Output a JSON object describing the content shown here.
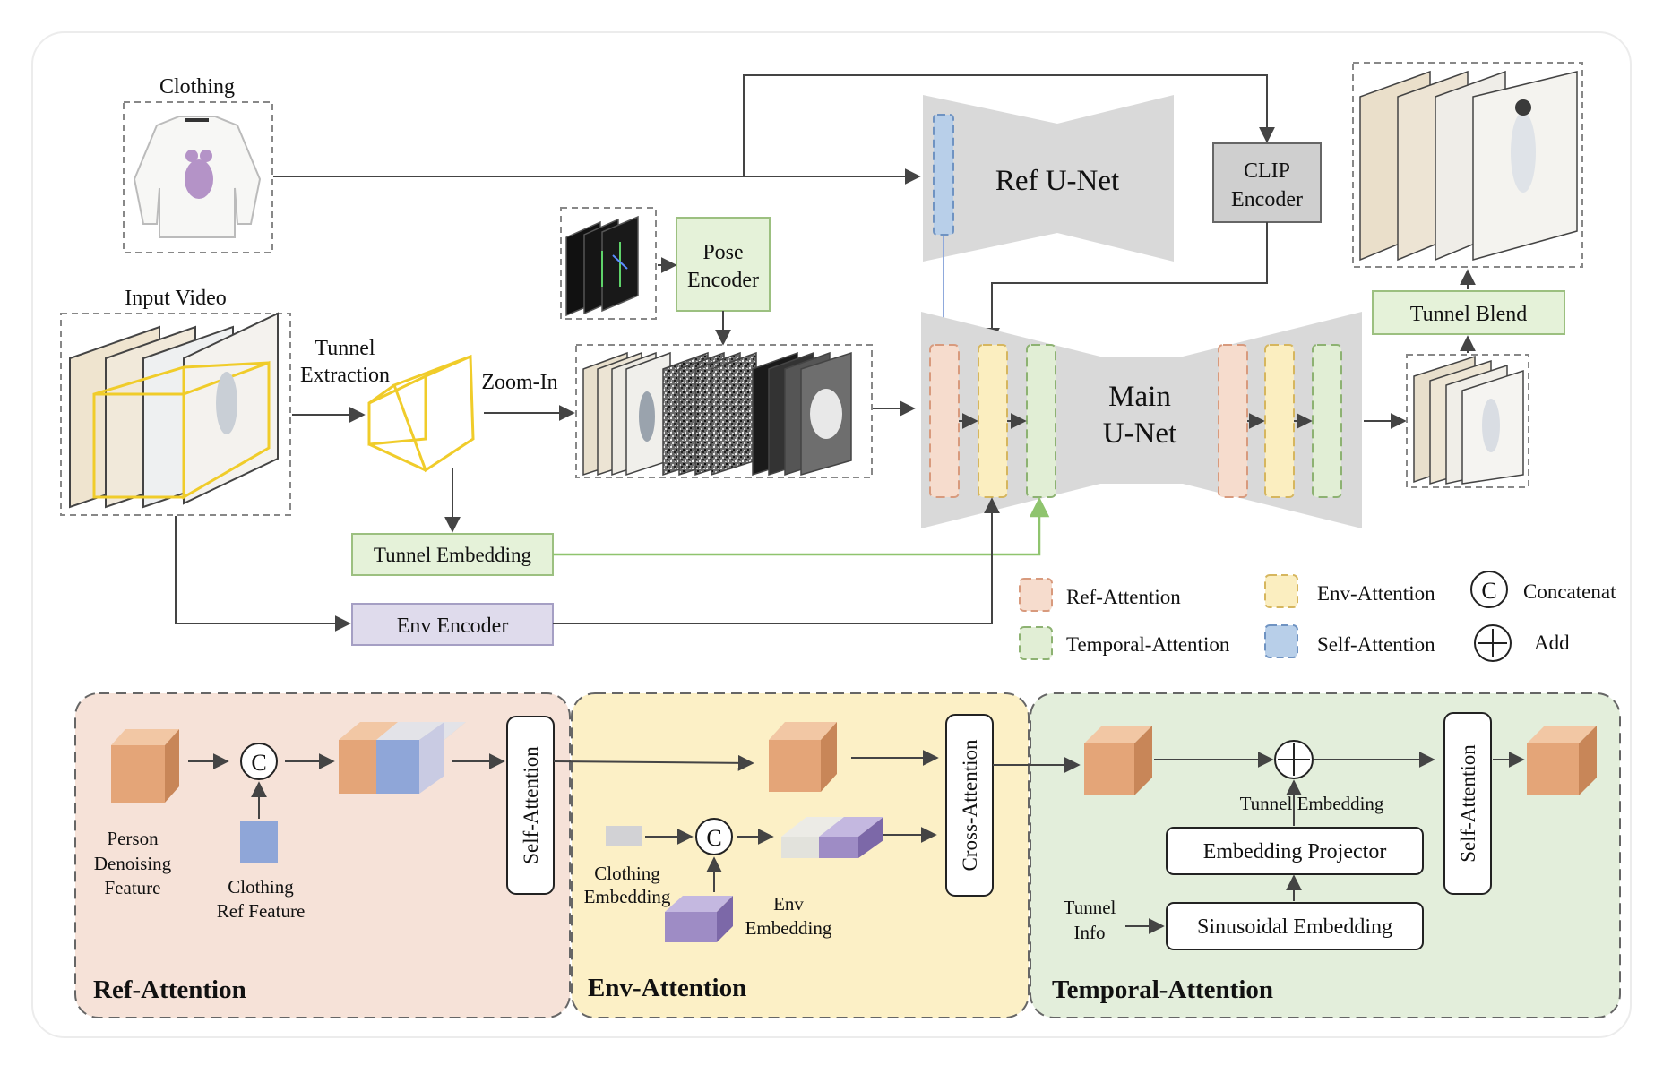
{
  "colors": {
    "ref_fill": "#f6dccd",
    "ref_stroke": "#e0a688",
    "env_fill": "#fbeec0",
    "env_stroke": "#e1c36e",
    "temporal_fill": "#e1eed5",
    "temporal_stroke": "#9cc080",
    "self_fill": "#b8cfe9",
    "self_stroke": "#6f93c2",
    "unet_gray": "#d9d9d9",
    "pose_green": "#e5f2d9",
    "env_purple": "#dfdbec",
    "cube_orange": "#e4a578",
    "cube_blue": "#8fa6d8",
    "cube_purple": "#9e8cc5",
    "tunnel_yellow": "#f0cc2a",
    "arrow_green": "#8fc46e",
    "arrow_blue": "#8fa9dc"
  },
  "top": {
    "clothing": "Clothing",
    "input_video": "Input Video",
    "tunnel_extraction_1": "Tunnel",
    "tunnel_extraction_2": "Extraction",
    "zoom_in": "Zoom-In",
    "pose_encoder_1": "Pose",
    "pose_encoder_2": "Encoder",
    "ref_unet": "Ref U-Net",
    "clip_encoder_1": "CLIP",
    "clip_encoder_2": "Encoder",
    "main_unet_1": "Main",
    "main_unet_2": "U-Net",
    "tunnel_blend": "Tunnel Blend",
    "tunnel_embedding": "Tunnel Embedding",
    "env_encoder": "Env Encoder"
  },
  "legend": {
    "ref_attention": "Ref-Attention",
    "env_attention": "Env-Attention",
    "temporal_attention": "Temporal-Attention",
    "self_attention": "Self-Attention",
    "concat_symbol": "C",
    "concatenate": "Concatenat",
    "add_symbol": "+",
    "add": "Add"
  },
  "panels": {
    "ref": {
      "title": "Ref-Attention",
      "person_1": "Person",
      "person_2": "Denoising",
      "person_3": "Feature",
      "clothing_1": "Clothing",
      "clothing_2": "Ref Feature",
      "concat": "C",
      "self_attention": "Self-Attention"
    },
    "env": {
      "title": "Env-Attention",
      "clothing_emb_1": "Clothing",
      "clothing_emb_2": "Embedding",
      "env_emb_1": "Env",
      "env_emb_2": "Embedding",
      "concat": "C",
      "cross_attention": "Cross-Attention"
    },
    "temporal": {
      "title": "Temporal-Attention",
      "tunnel_embedding": "Tunnel Embedding",
      "embedding_projector": "Embedding Projector",
      "sinusoidal_embedding": "Sinusoidal Embedding",
      "tunnel_info_1": "Tunnel",
      "tunnel_info_2": "Info",
      "self_attention": "Self-Attention"
    }
  }
}
